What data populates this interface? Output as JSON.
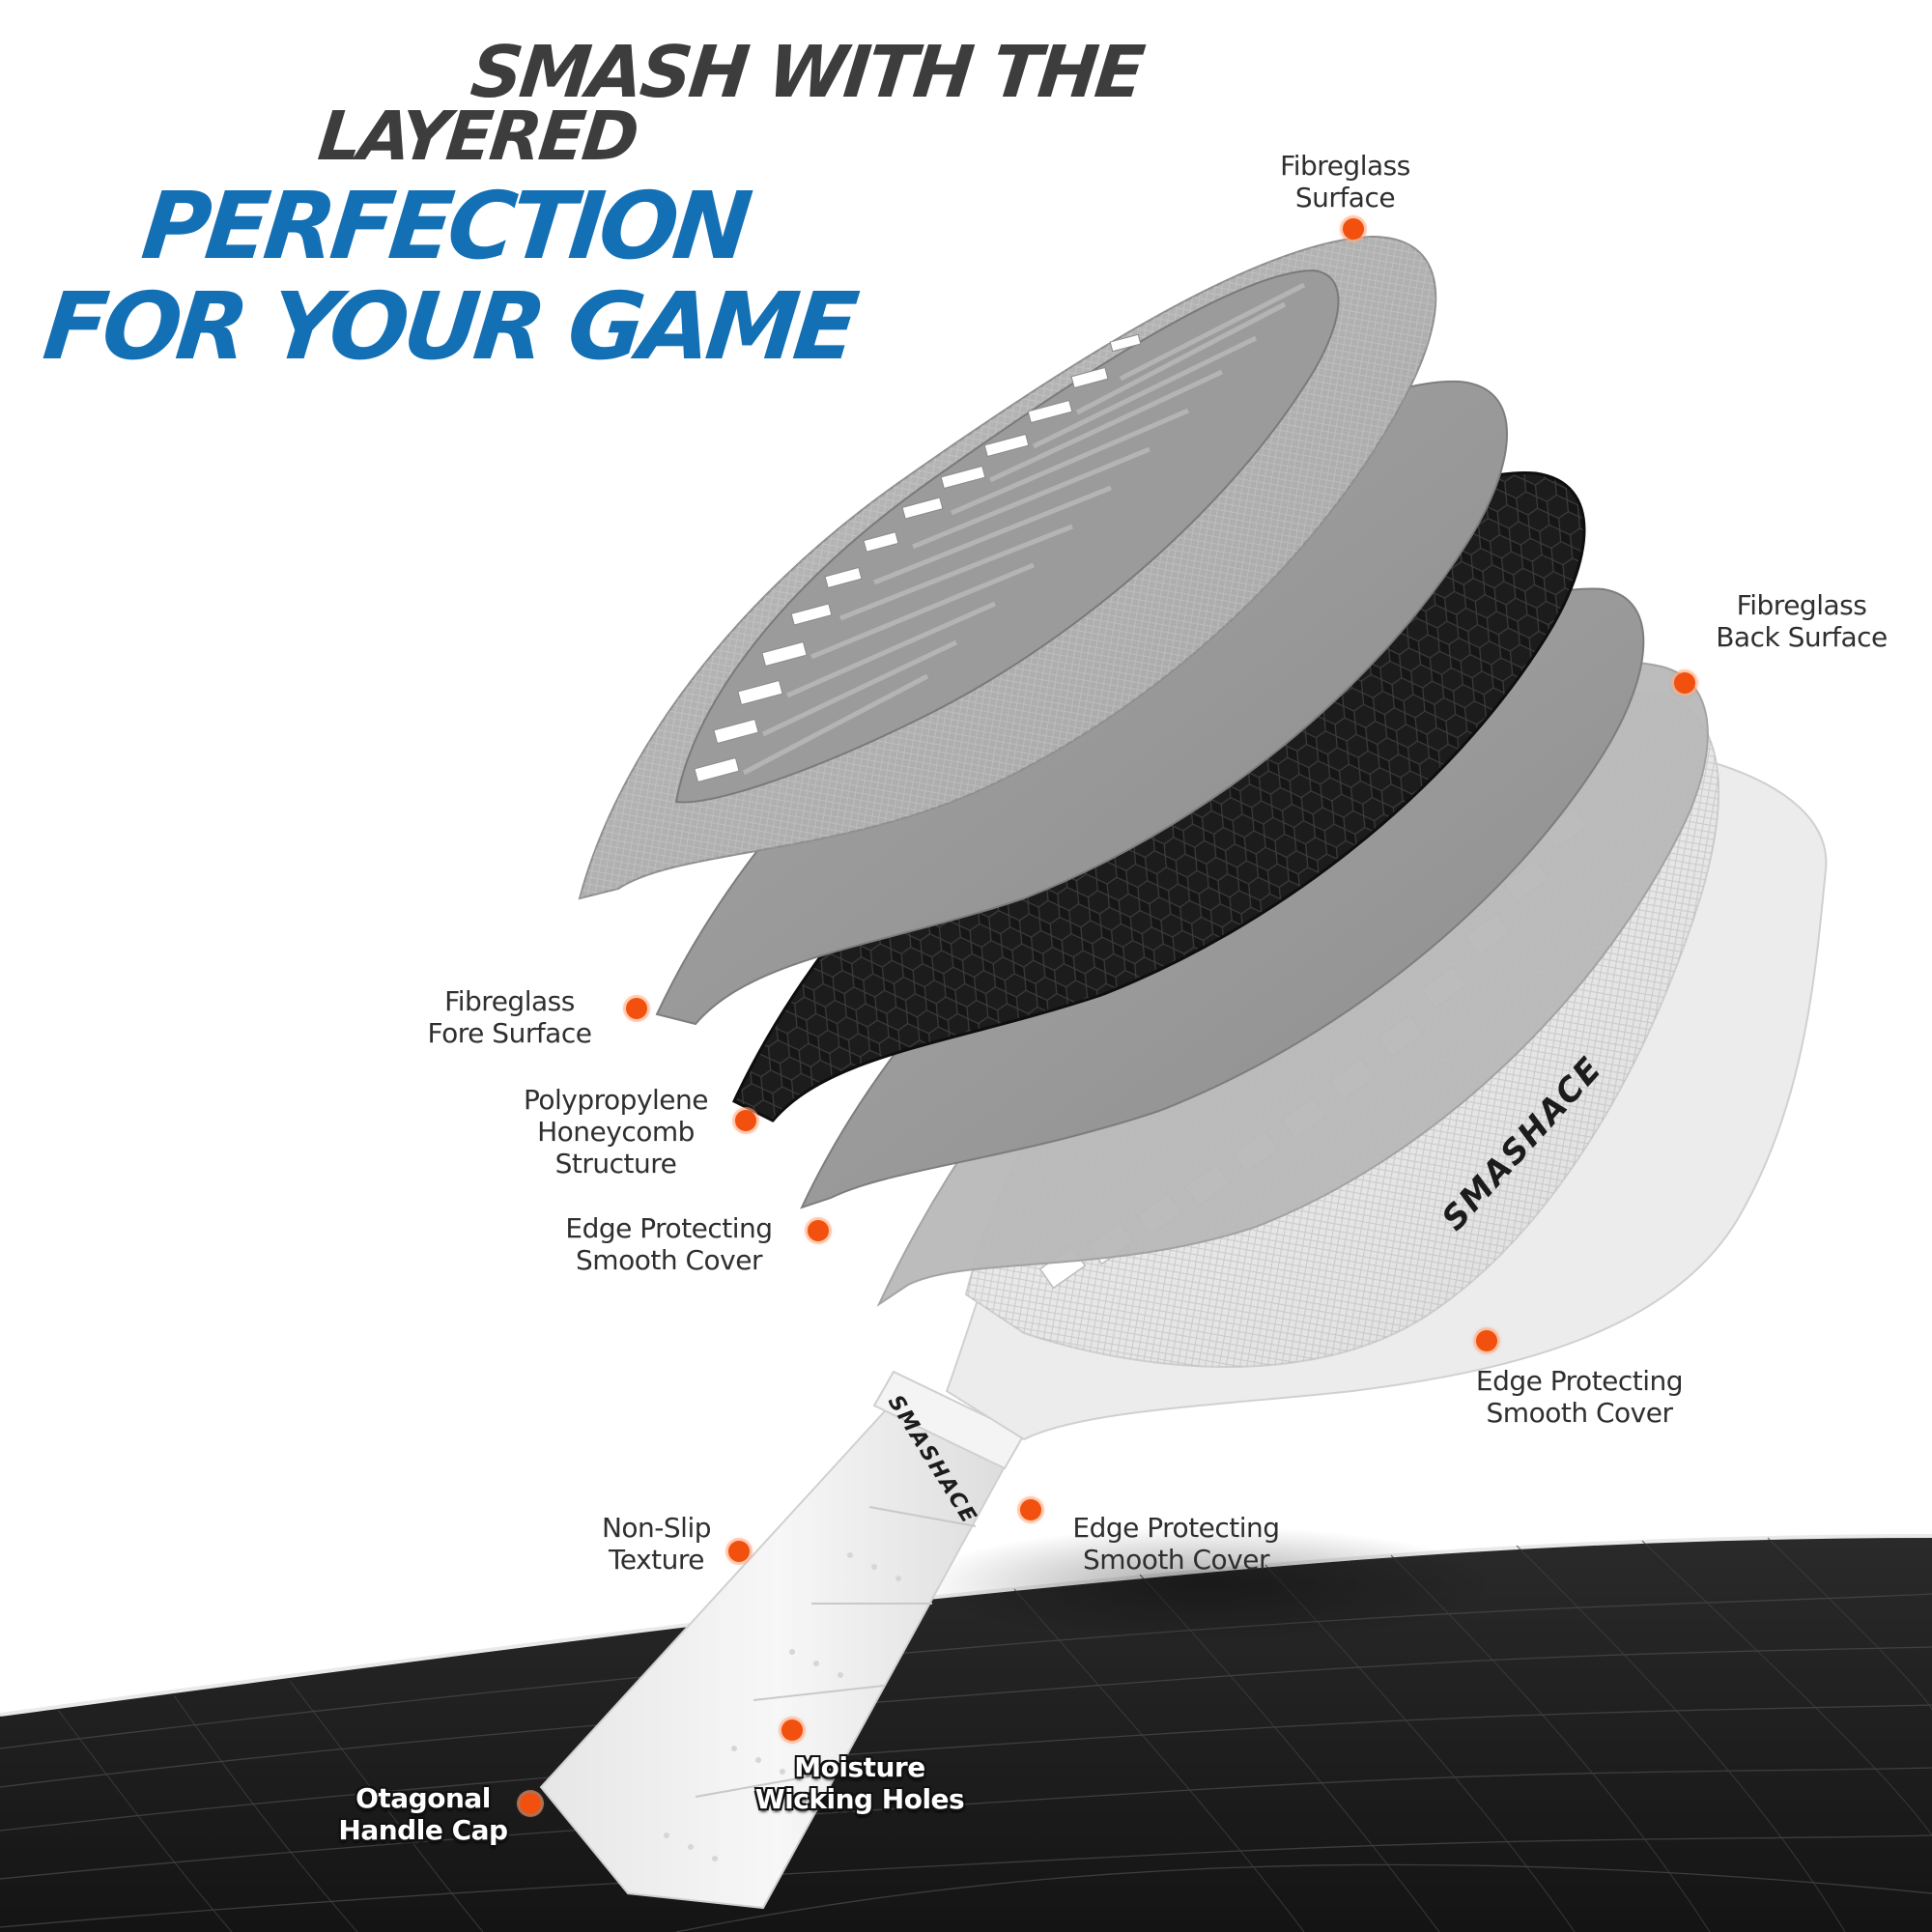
{
  "headline": {
    "line1": "SMASH WITH THE",
    "line2": "LAYERED",
    "line3": "PERFECTION",
    "line4": "FOR YOUR GAME"
  },
  "brand": {
    "paddle_edge": "SMASHACE",
    "handle_collar": "SMASHACE"
  },
  "callouts": [
    {
      "id": "fibreglass-surface",
      "line1": "Fibreglass",
      "line2": "Surface",
      "line3": ""
    },
    {
      "id": "fibreglass-back-surface",
      "line1": "Fibreglass",
      "line2": "Back Surface",
      "line3": ""
    },
    {
      "id": "fibreglass-fore-surface",
      "line1": "Fibreglass",
      "line2": "Fore Surface",
      "line3": ""
    },
    {
      "id": "polypropylene-honeycomb",
      "line1": "Polypropylene",
      "line2": "Honeycomb",
      "line3": "Structure"
    },
    {
      "id": "edge-protecting-left",
      "line1": "Edge Protecting",
      "line2": "Smooth Cover",
      "line3": ""
    },
    {
      "id": "edge-protecting-right",
      "line1": "Edge Protecting",
      "line2": "Smooth Cover",
      "line3": ""
    },
    {
      "id": "non-slip-texture",
      "line1": "Non-Slip",
      "line2": "Texture",
      "line3": ""
    },
    {
      "id": "edge-protecting-handle",
      "line1": "Edge Protecting",
      "line2": "Smooth Cover",
      "line3": ""
    },
    {
      "id": "moisture-wicking",
      "line1": "Moisture",
      "line2": "Wicking Holes",
      "line3": ""
    },
    {
      "id": "handle-cap",
      "line1": "Otagonal",
      "line2": "Handle Cap",
      "line3": ""
    }
  ],
  "colors": {
    "headline_dark": "#3d3d3d",
    "headline_blue": "#1470b5",
    "callout_dot": "#f2500f",
    "floor": "#1e1e1e",
    "honeycomb": "#1a1a1a",
    "layer_gray": "#9a9a9a",
    "layer_light": "#e9e9e9"
  }
}
